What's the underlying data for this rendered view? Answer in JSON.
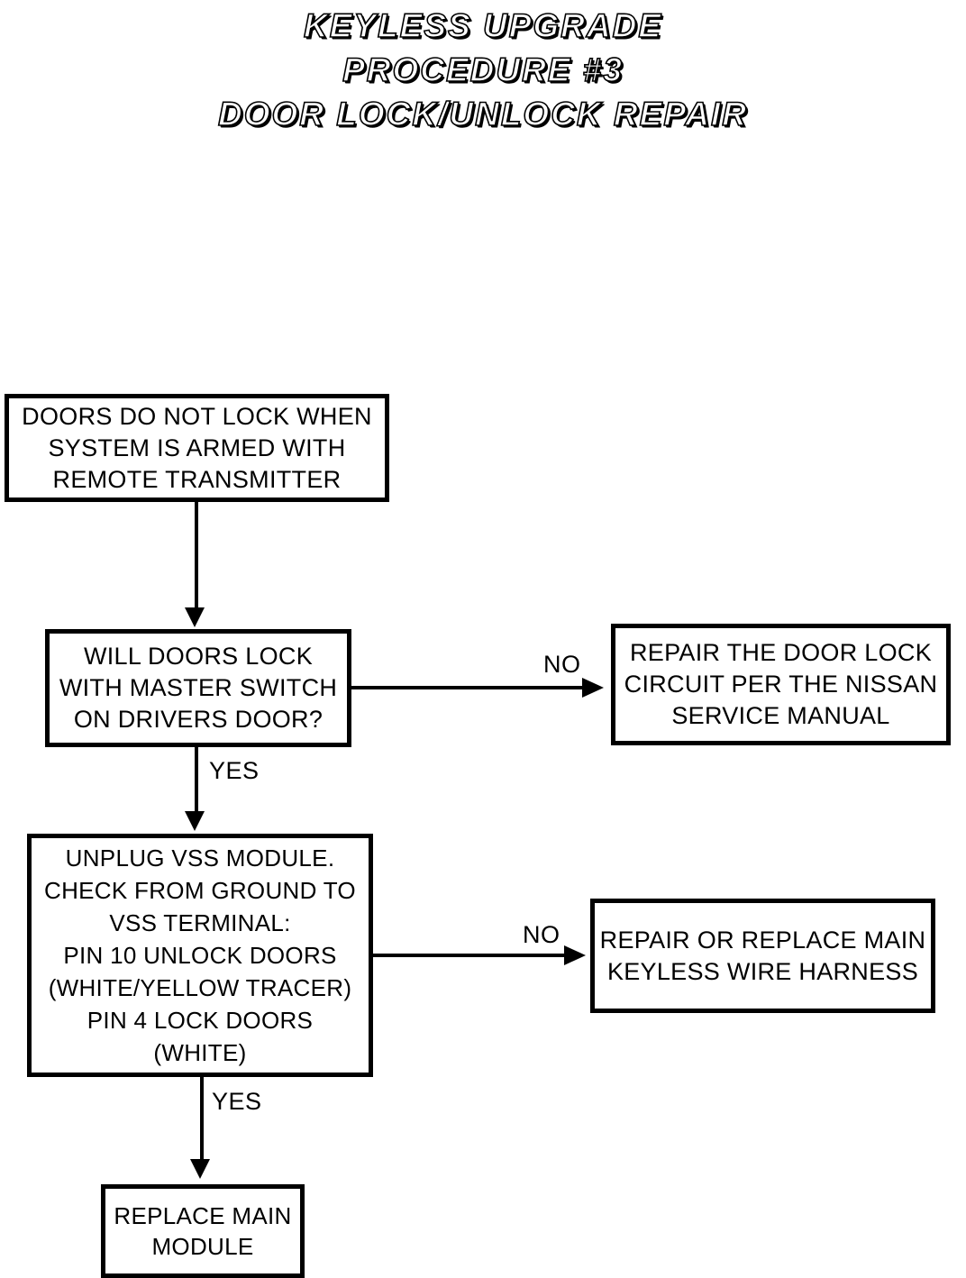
{
  "title": {
    "line1": "KEYLESS UPGRADE",
    "line2": "PROCEDURE #3",
    "line3": "DOOR LOCK/UNLOCK REPAIR"
  },
  "flowchart": {
    "type": "flowchart",
    "orientation": "top-to-bottom",
    "nodes": [
      {
        "id": "symptom",
        "shape": "rectangle",
        "lines": [
          "DOORS DO NOT LOCK WHEN",
          "SYSTEM IS ARMED WITH",
          "REMOTE TRANSMITTER"
        ]
      },
      {
        "id": "question-1",
        "shape": "rectangle",
        "lines": [
          "WILL DOORS LOCK",
          "WITH MASTER SWITCH",
          "ON DRIVERS DOOR?"
        ]
      },
      {
        "id": "repair-1",
        "shape": "rectangle",
        "lines": [
          "REPAIR THE DOOR LOCK",
          "CIRCUIT PER THE NISSAN",
          "SERVICE MANUAL"
        ]
      },
      {
        "id": "vss",
        "shape": "rectangle",
        "lines": [
          "UNPLUG VSS MODULE.",
          "CHECK FROM GROUND TO",
          "VSS TERMINAL:",
          "PIN 10     UNLOCK DOORS",
          "(WHITE/YELLOW TRACER)",
          "PIN 4         LOCK DOORS",
          "(WHITE)"
        ]
      },
      {
        "id": "repair-2",
        "shape": "rectangle",
        "lines": [
          "REPAIR OR REPLACE MAIN",
          "KEYLESS WIRE HARNESS"
        ]
      },
      {
        "id": "replace",
        "shape": "rectangle",
        "lines": [
          "REPLACE MAIN",
          "MODULE"
        ]
      }
    ],
    "edges": [
      {
        "from": "symptom",
        "to": "repair-1",
        "label": ""
      },
      {
        "from": "question-1",
        "to": "repair-1",
        "label": "NO"
      },
      {
        "from": "question-1",
        "to": "vss",
        "label": "YES"
      },
      {
        "from": "vss",
        "to": "repair-2",
        "label": "NO"
      },
      {
        "from": "vss",
        "to": "replace",
        "label": "YES"
      }
    ],
    "labels": {
      "no_1": "NO",
      "yes_1": "YES",
      "no_2": "NO",
      "yes_2": "YES"
    }
  },
  "colors": {
    "ink": "#000000",
    "paper": "#ffffff"
  }
}
